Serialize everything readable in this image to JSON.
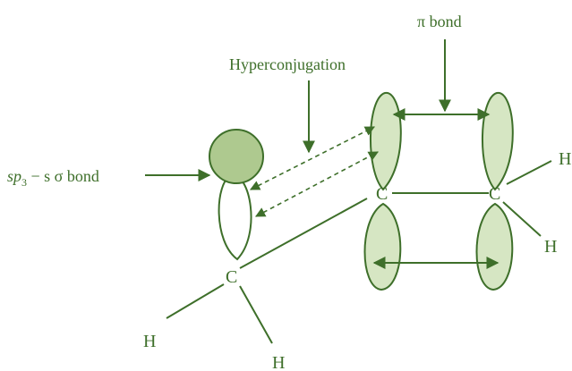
{
  "colors": {
    "stroke": "#3e6f2a",
    "lobe_fill": "#d6e6c3",
    "sphere_fill": "#aec98f",
    "background": "#ffffff"
  },
  "labels": {
    "pi_bond": "π bond",
    "hyperconjugation": "Hyperconjugation",
    "sp3_bond_prefix": "sp",
    "sp3_bond_subscript": "3",
    "sp3_bond_suffix": " − s σ bond"
  },
  "atoms": {
    "c_methyl": "C",
    "c_left": "C",
    "c_right": "C",
    "h_right_top": "H",
    "h_right_bottom": "H",
    "h_bottom_left": "H",
    "h_bottom": "H"
  }
}
